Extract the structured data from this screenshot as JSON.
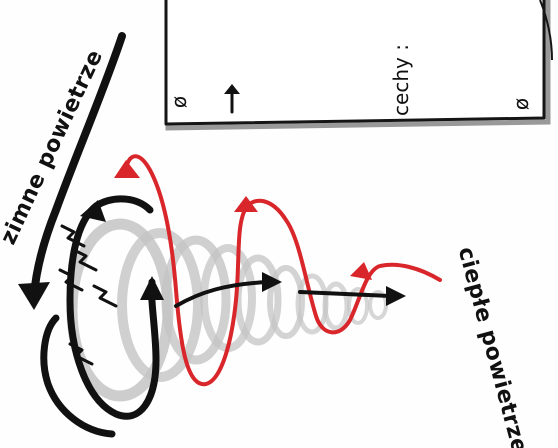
{
  "labels": {
    "cold_air": "zimne powietrze",
    "warm_air": "ciepłe powietrze",
    "features": "cechy :",
    "lightning": "ϟ"
  },
  "symbols": {
    "frame_left_mark": "ø",
    "frame_right_mark": "ø",
    "frame_up_arrow": "↑"
  },
  "colors": {
    "ink": "#111111",
    "warm_stroke": "#d8262b",
    "funnel_grey": "#bdbdbd",
    "frame_shadow": "#999999"
  },
  "icons": {
    "cold_air_arrow": "long-down-arrow",
    "warm_air_arrow": "red-spiral-arrow",
    "outflow_arrow": "right-arrow",
    "lightning_bolt": "lightning-icon"
  }
}
